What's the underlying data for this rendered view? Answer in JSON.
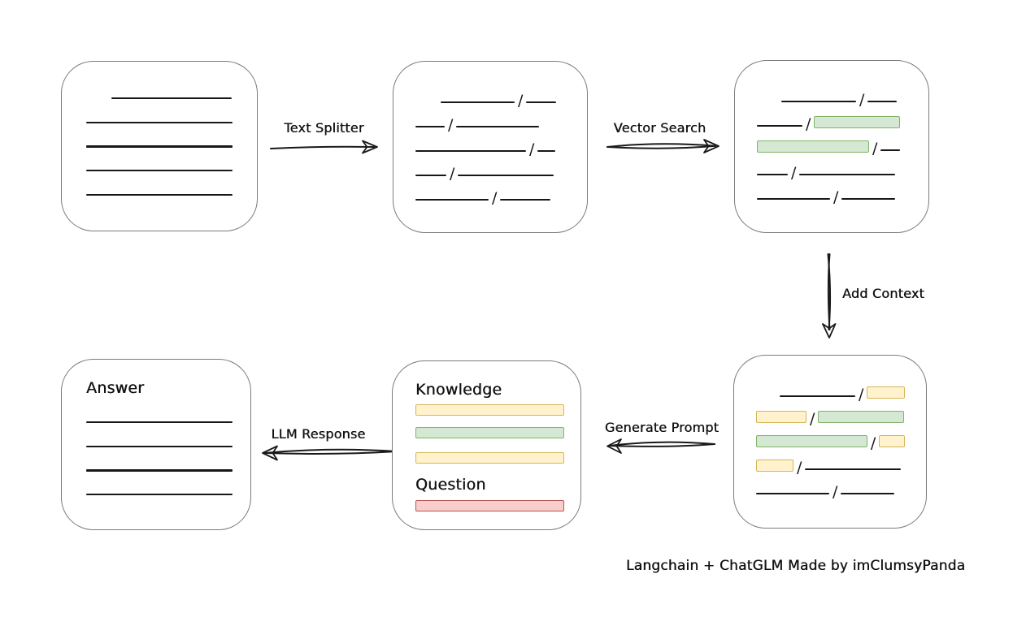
{
  "canvas": {
    "caption": "Langchain + ChatGLM Made by imClumsyPanda"
  },
  "colors": {
    "green_fill": "#d5e8d4",
    "green_stroke": "#82b366",
    "yellow_fill": "#fff2cc",
    "yellow_stroke": "#d6b656",
    "red_fill": "#f8cecc",
    "red_stroke": "#b85450",
    "box_stroke": "#7b7b7b",
    "ink": "#171717"
  },
  "arrows": {
    "text_splitter": {
      "label": "Text Splitter",
      "direction": "right"
    },
    "vector_search": {
      "label": "Vector Search",
      "direction": "right"
    },
    "add_context": {
      "label": "Add Context",
      "direction": "down"
    },
    "generate_prompt": {
      "label": "Generate Prompt",
      "direction": "left"
    },
    "llm_response": {
      "label": "LLM Response",
      "direction": "left"
    }
  },
  "boxes": {
    "document": {
      "lines": [
        {
          "w": 148,
          "indent": 31
        },
        {
          "w": 180
        },
        {
          "w": 180
        },
        {
          "w": 180
        },
        {
          "w": 180
        }
      ]
    },
    "chunks": {
      "rows": [
        [
          {
            "t": "gap",
            "w": 31
          },
          {
            "t": "line",
            "w": 91
          },
          {
            "t": "slash"
          },
          {
            "t": "line",
            "w": 37
          }
        ],
        [
          {
            "t": "line",
            "w": 36
          },
          {
            "t": "slash"
          },
          {
            "t": "line",
            "w": 102
          }
        ],
        [
          {
            "t": "line",
            "w": 136
          },
          {
            "t": "slash"
          },
          {
            "t": "line",
            "w": 22
          }
        ],
        [
          {
            "t": "line",
            "w": 38
          },
          {
            "t": "slash"
          },
          {
            "t": "line",
            "w": 118
          }
        ],
        [
          {
            "t": "line",
            "w": 90
          },
          {
            "t": "slash"
          },
          {
            "t": "line",
            "w": 62
          }
        ]
      ]
    },
    "search_result": {
      "rows": [
        [
          {
            "t": "gap",
            "w": 30
          },
          {
            "t": "line",
            "w": 92
          },
          {
            "t": "slash"
          },
          {
            "t": "line",
            "w": 36
          }
        ],
        [
          {
            "t": "line",
            "w": 56
          },
          {
            "t": "slash"
          },
          {
            "t": "green",
            "w": 106
          }
        ],
        [
          {
            "t": "green",
            "w": 138
          },
          {
            "t": "slash"
          },
          {
            "t": "line",
            "w": 24
          }
        ],
        [
          {
            "t": "line",
            "w": 38
          },
          {
            "t": "slash"
          },
          {
            "t": "line",
            "w": 118
          }
        ],
        [
          {
            "t": "line",
            "w": 90
          },
          {
            "t": "slash"
          },
          {
            "t": "line",
            "w": 66
          }
        ]
      ]
    },
    "context": {
      "rows": [
        [
          {
            "t": "gap",
            "w": 29
          },
          {
            "t": "line",
            "w": 94
          },
          {
            "t": "slash"
          },
          {
            "t": "yellow",
            "w": 47
          }
        ],
        [
          {
            "t": "yellow",
            "w": 62
          },
          {
            "t": "slash"
          },
          {
            "t": "green",
            "w": 106
          }
        ],
        [
          {
            "t": "green",
            "w": 138
          },
          {
            "t": "slash"
          },
          {
            "t": "yellow",
            "w": 32
          }
        ],
        [
          {
            "t": "yellow",
            "w": 46
          },
          {
            "t": "slash"
          },
          {
            "t": "line",
            "w": 118
          }
        ],
        [
          {
            "t": "line",
            "w": 90
          },
          {
            "t": "slash"
          },
          {
            "t": "line",
            "w": 66
          }
        ]
      ]
    },
    "prompt": {
      "knowledge_label": "Knowledge",
      "question_label": "Question",
      "knowledge_bars": [
        {
          "color": "yellow"
        },
        {
          "color": "green"
        },
        {
          "color": "yellow"
        }
      ],
      "question_bars": [
        {
          "color": "red"
        }
      ]
    },
    "answer": {
      "label": "Answer",
      "lines": [
        {
          "w": 180
        },
        {
          "w": 180
        },
        {
          "w": 180
        },
        {
          "w": 180
        }
      ]
    }
  }
}
